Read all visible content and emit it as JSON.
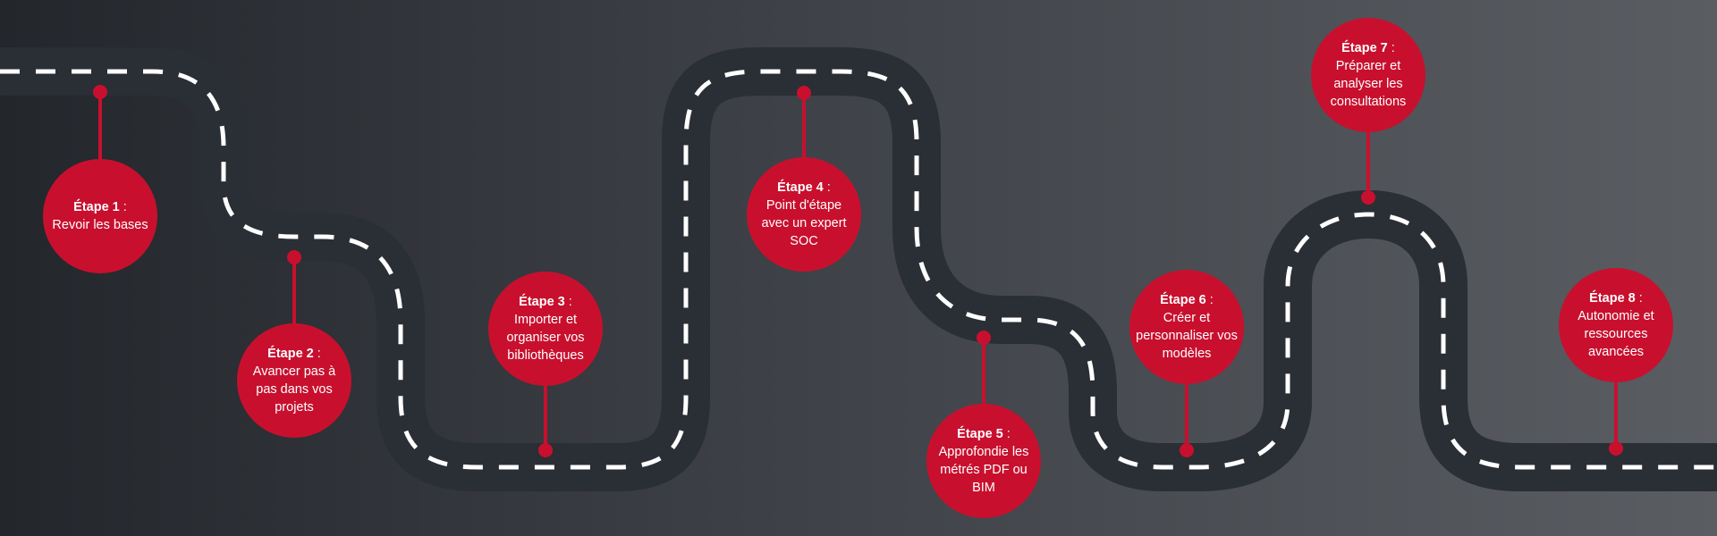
{
  "colors": {
    "road": "#2a2e35",
    "lane_marking": "#ffffff",
    "accent": "#c8102e"
  },
  "steps": [
    {
      "title": "Étape 1",
      "separator": " :",
      "description": "Revoir les bases"
    },
    {
      "title": "Étape 2",
      "separator": " :",
      "description": "Avancer pas à pas dans vos projets"
    },
    {
      "title": "Étape 3",
      "separator": " :",
      "description": "Importer et organiser vos bibliothèques"
    },
    {
      "title": "Étape 4",
      "separator": " :",
      "description": "Point d'étape avec un expert SOC"
    },
    {
      "title": "Étape 5",
      "separator": " :",
      "description": "Approfondie les métrés PDF ou BIM"
    },
    {
      "title": "Étape 6",
      "separator": " :",
      "description": "Créer et personnaliser vos modèles"
    },
    {
      "title": "Étape 7",
      "separator": " :",
      "description": "Préparer et analyser les consultations"
    },
    {
      "title": "Étape 8",
      "separator": " :",
      "description": "Autonomie et ressources avancées"
    }
  ]
}
